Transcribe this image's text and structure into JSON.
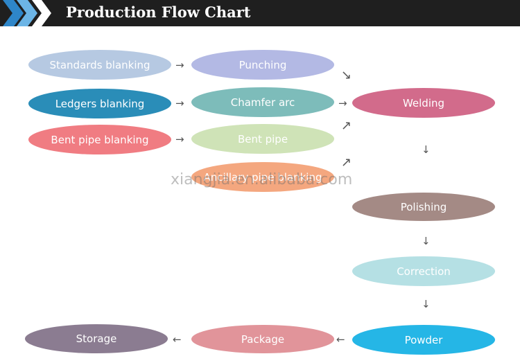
{
  "header": {
    "title": "Production Flow Chart",
    "bg_color": "#1f1f1f",
    "chevron_colors": [
      "#2e86c9",
      "#6cb5e6",
      "#ffffff"
    ]
  },
  "nodes": {
    "standards_blanking": {
      "label": "Standards blanking",
      "color": "#b6c9e2"
    },
    "ledgers_blanking": {
      "label": "Ledgers blanking",
      "color": "#2a8db8"
    },
    "bent_pipe_blanking": {
      "label": "Bent pipe blanking",
      "color": "#f07c82"
    },
    "punching": {
      "label": "Punching",
      "color": "#b3b9e4"
    },
    "chamfer_arc": {
      "label": "Chamfer arc",
      "color": "#7dbcba"
    },
    "bent_pipe": {
      "label": "Bent pipe",
      "color": "#cfe3b7"
    },
    "ancillary_pipe_blanking": {
      "label": "Ancillary pipe blanking",
      "color": "#f4a77f"
    },
    "welding": {
      "label": "Welding",
      "color": "#d26b8b"
    },
    "polishing": {
      "label": "Polishing",
      "color": "#a48a85"
    },
    "correction": {
      "label": "Correction",
      "color": "#b5e0e4"
    },
    "powder": {
      "label": "Powder",
      "color": "#25b6e6"
    },
    "package": {
      "label": "Package",
      "color": "#e1949a"
    },
    "storage": {
      "label": "Storage",
      "color": "#8b7c91"
    }
  },
  "arrows": {
    "right": "→",
    "down": "↓",
    "left": "←",
    "diag_down": "↘",
    "diag_up": "↗"
  },
  "watermark": "xiangjia.en.alibaba.com"
}
